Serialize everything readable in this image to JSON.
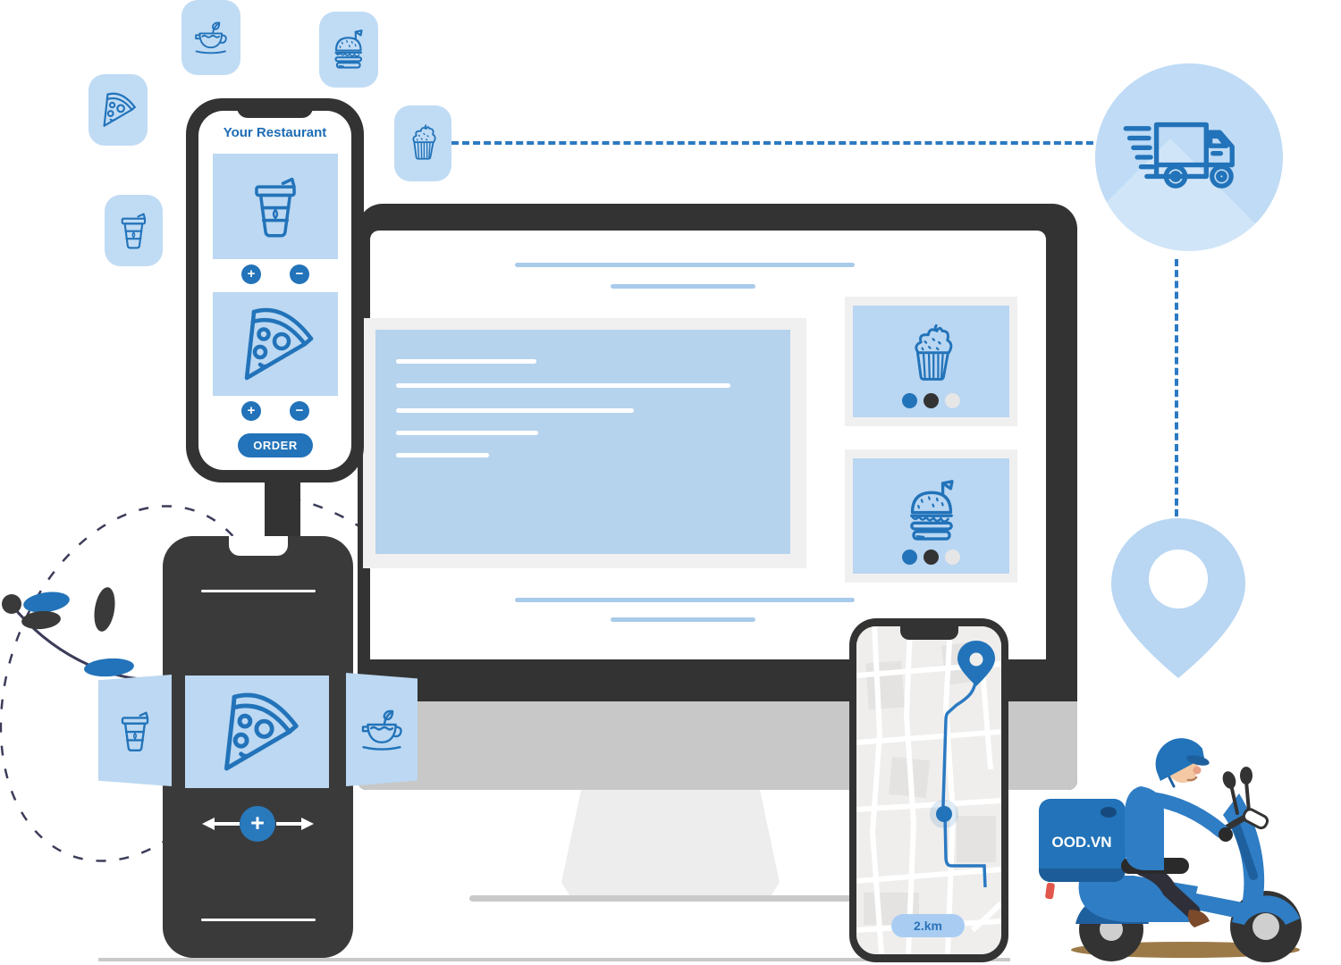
{
  "palette": {
    "primary_blue": "#2273b9",
    "light_blue_card": "#bcd8f2",
    "panel_blue": "#b6d3ee",
    "placeholder_line_blue": "#a9cbea",
    "device_dark": "#333333",
    "dash_navy": "#3c3c5a"
  },
  "restaurant_phone": {
    "title": "Your Restaurant",
    "plus_label": "+",
    "minus_label": "−",
    "order_label": "ORDER",
    "products": [
      {
        "icon": "coffee-cup-icon"
      },
      {
        "icon": "pizza-slice-icon"
      }
    ]
  },
  "floating_icons": [
    {
      "icon": "teacup-icon"
    },
    {
      "icon": "burger-icon"
    },
    {
      "icon": "pizza-slice-icon"
    },
    {
      "icon": "cupcake-icon"
    },
    {
      "icon": "coffee-cup-icon"
    }
  ],
  "desktop_site": {
    "product_cards": [
      {
        "icon": "cupcake-icon",
        "dots": 3,
        "active_dot": 1
      },
      {
        "icon": "burger-icon",
        "dots": 3,
        "active_dot": 1
      }
    ]
  },
  "browse_phone": {
    "carousel": [
      {
        "icon": "coffee-cup-icon"
      },
      {
        "icon": "pizza-slice-icon"
      },
      {
        "icon": "teacup-icon"
      }
    ],
    "add_label": "+"
  },
  "map_phone": {
    "distance_label": "2.km",
    "markers": [
      "destination-pin-icon",
      "courier-dot-icon"
    ]
  },
  "delivery": {
    "truck_icon": "delivery-truck-icon",
    "pin_icon": "location-pin-icon",
    "box_label": "OOD.VN"
  }
}
